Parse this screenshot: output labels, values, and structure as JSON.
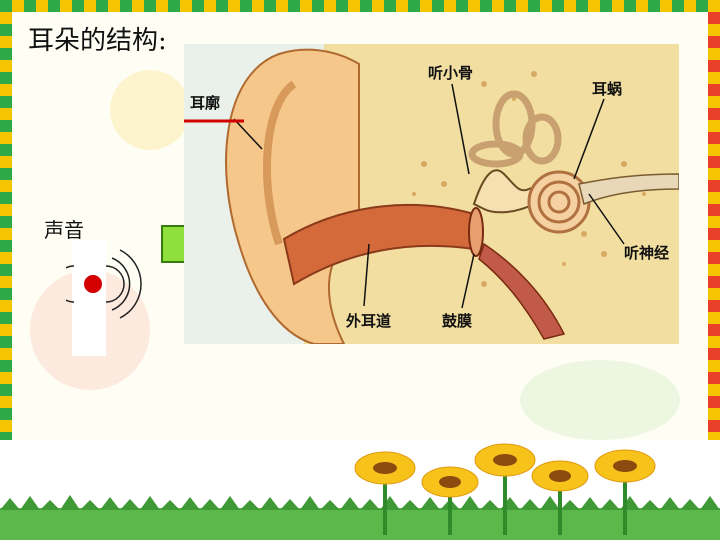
{
  "title": "耳朵的结构:",
  "sound_label": "声音",
  "labels": {
    "pinna": "耳廓",
    "ossicles": "听小骨",
    "cochlea": "耳蜗",
    "auditory_nerve": "听神经",
    "ear_canal": "外耳道",
    "eardrum": "鼓膜"
  },
  "colors": {
    "arrow_fill": "#8fe03a",
    "arrow_stroke": "#3a7a10",
    "pinna_underline": "#d00000",
    "sound_dot": "#d40000",
    "border_a": "#f6c400",
    "border_b": "#2fa84a"
  }
}
